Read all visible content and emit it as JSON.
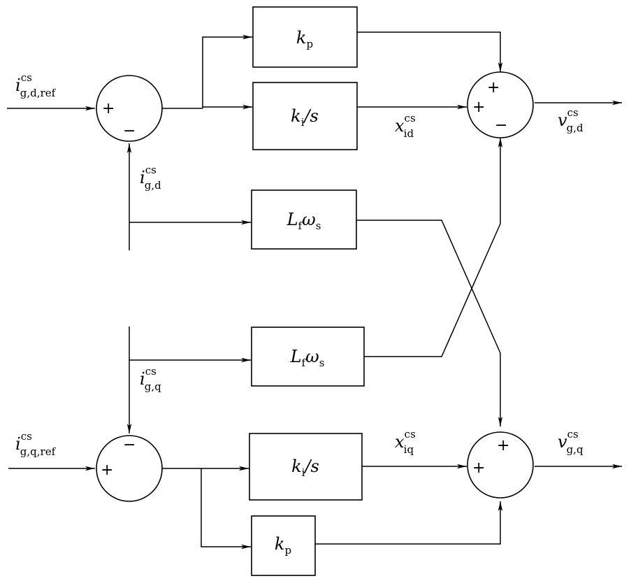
{
  "blocks": {
    "kp_top": {
      "main": "k",
      "sub": "p",
      "tail": ""
    },
    "ki_top": {
      "main": "k",
      "sub": "i",
      "tail": "/s"
    },
    "lf_top": {
      "main": "L",
      "sub": "f",
      "main2": "ω",
      "sub2": "s"
    },
    "lf_bottom": {
      "main": "L",
      "sub": "f",
      "main2": "ω",
      "sub2": "s"
    },
    "ki_bottom": {
      "main": "k",
      "sub": "i",
      "tail": "/s"
    },
    "kp_bottom": {
      "main": "k",
      "sub": "p",
      "tail": ""
    }
  },
  "signals": {
    "i_d_ref": {
      "main": "i",
      "sup": "cs",
      "sub": "g,d,ref"
    },
    "i_d": {
      "main": "i",
      "sup": "cs",
      "sub": "g,d"
    },
    "x_id": {
      "main": "x",
      "sup": "cs",
      "sub": "id"
    },
    "v_d": {
      "main": "v",
      "sup": "cs",
      "sub": "g,d"
    },
    "i_q": {
      "main": "i",
      "sup": "cs",
      "sub": "g,q"
    },
    "i_q_ref": {
      "main": "i",
      "sup": "cs",
      "sub": "g,q,ref"
    },
    "x_iq": {
      "main": "x",
      "sup": "cs",
      "sub": "iq"
    },
    "v_q": {
      "main": "v",
      "sup": "cs",
      "sub": "g,q"
    }
  },
  "signs": {
    "sum_d_in_left": "+",
    "sum_d_in_bottom": "−",
    "sum_d_out_top": "+",
    "sum_d_out_left": "+",
    "sum_d_out_bottom": "−",
    "sum_q_in_top": "−",
    "sum_q_in_left": "+",
    "sum_q_out_top": "+",
    "sum_q_out_left": "+"
  }
}
